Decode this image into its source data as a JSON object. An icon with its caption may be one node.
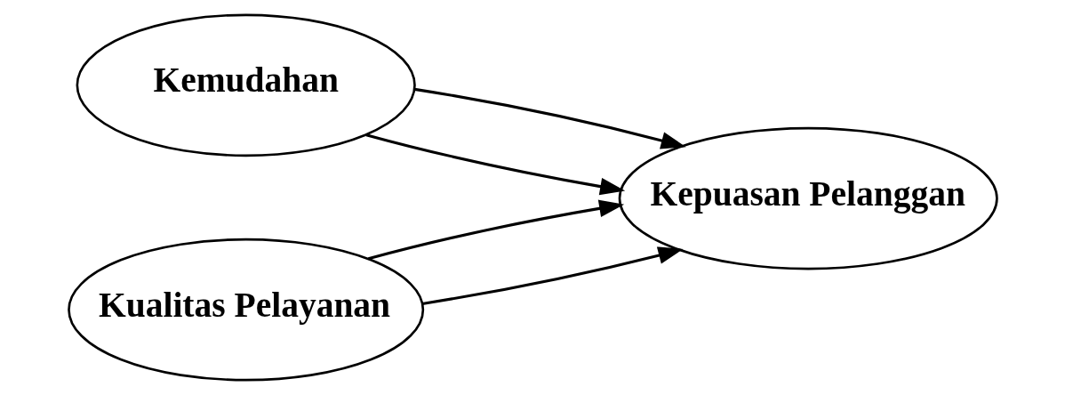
{
  "diagram": {
    "nodes": [
      {
        "text": [
          "Kemudahan"
        ]
      },
      {
        "text": [
          "Kualitas Pelayanan"
        ]
      },
      {
        "text": [
          "Kepuasan Pelanggan"
        ]
      }
    ],
    "edges": [
      {
        "from": 0,
        "to": 2,
        "arrow": "to"
      },
      {
        "from": 1,
        "to": 2,
        "arrow": "to"
      },
      {
        "from": 0,
        "to": 2,
        "arrow": "to"
      },
      {
        "from": 1,
        "to": 2,
        "arrow": "to"
      }
    ]
  }
}
